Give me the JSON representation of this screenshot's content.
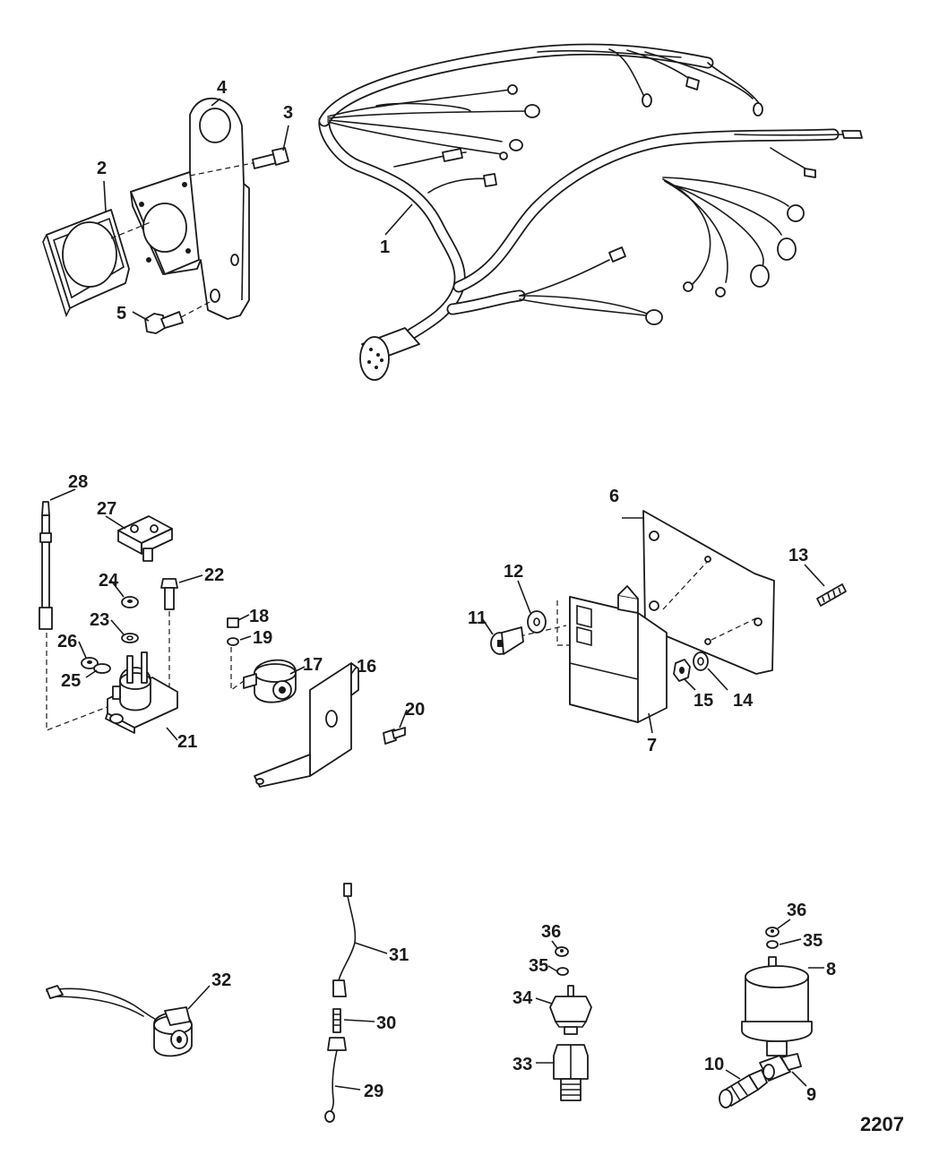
{
  "figure_id": "2207",
  "callouts": [
    {
      "id": "c1",
      "text": "1"
    },
    {
      "id": "c2",
      "text": "2"
    },
    {
      "id": "c3",
      "text": "3"
    },
    {
      "id": "c4",
      "text": "4"
    },
    {
      "id": "c5",
      "text": "5"
    },
    {
      "id": "c6",
      "text": "6"
    },
    {
      "id": "c7",
      "text": "7"
    },
    {
      "id": "c8",
      "text": "8"
    },
    {
      "id": "c9",
      "text": "9"
    },
    {
      "id": "c10",
      "text": "10"
    },
    {
      "id": "c11",
      "text": "11"
    },
    {
      "id": "c12",
      "text": "12"
    },
    {
      "id": "c13",
      "text": "13"
    },
    {
      "id": "c14",
      "text": "14"
    },
    {
      "id": "c15",
      "text": "15"
    },
    {
      "id": "c16",
      "text": "16"
    },
    {
      "id": "c17",
      "text": "17"
    },
    {
      "id": "c18",
      "text": "18"
    },
    {
      "id": "c19",
      "text": "19"
    },
    {
      "id": "c20",
      "text": "20"
    },
    {
      "id": "c21",
      "text": "21"
    },
    {
      "id": "c22",
      "text": "22"
    },
    {
      "id": "c23",
      "text": "23"
    },
    {
      "id": "c24",
      "text": "24"
    },
    {
      "id": "c25",
      "text": "25"
    },
    {
      "id": "c26",
      "text": "26"
    },
    {
      "id": "c27",
      "text": "27"
    },
    {
      "id": "c28",
      "text": "28"
    },
    {
      "id": "c29",
      "text": "29"
    },
    {
      "id": "c30",
      "text": "30"
    },
    {
      "id": "c31",
      "text": "31"
    },
    {
      "id": "c32",
      "text": "32"
    },
    {
      "id": "c33",
      "text": "33"
    },
    {
      "id": "c34",
      "text": "34"
    },
    {
      "id": "c35a",
      "text": "35"
    },
    {
      "id": "c36a",
      "text": "36"
    },
    {
      "id": "c35b",
      "text": "35"
    },
    {
      "id": "c36b",
      "text": "36"
    }
  ]
}
